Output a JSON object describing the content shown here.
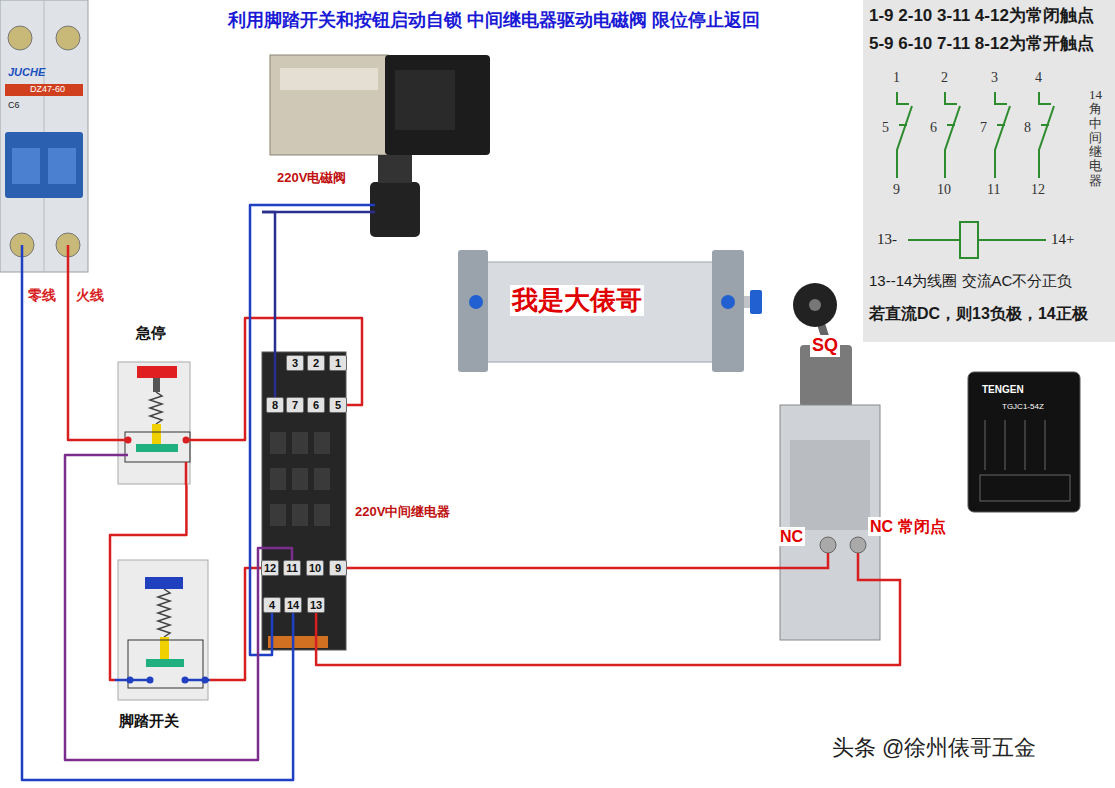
{
  "diagram": {
    "title": "利用脚踏开关和按钮启动自锁 中间继电器驱动电磁阀 限位停止返回",
    "nodes": [
      {
        "text": [
          "JUCHE",
          "DZ47-60",
          "C6"
        ]
      },
      {
        "text": [
          "220V电磁阀"
        ]
      },
      {
        "text": [
          "1-9 2-10 3-11 4-12为常闭触点",
          "5-9 6-10 7-11 8-12为常开触点",
          "1",
          "2",
          "3",
          "4",
          "5",
          "6",
          "7",
          "8",
          "9",
          "10",
          "11",
          "12",
          "14角中间继电器",
          "13-",
          "14+",
          "13--14为线圈 交流AC不分正负",
          "若直流DC，则13负极，14正极"
        ]
      },
      {
        "text": [
          "我是大俵哥"
        ]
      },
      {
        "text": [
          "急停"
        ]
      },
      {
        "text": [
          "220V中间继电器"
        ]
      },
      {
        "text": [
          "3"
        ],
        "in": 5
      },
      {
        "text": [
          "2"
        ],
        "in": 5
      },
      {
        "text": [
          "1"
        ],
        "in": 5
      },
      {
        "text": [
          "8"
        ],
        "in": 5
      },
      {
        "text": [
          "7"
        ],
        "in": 5
      },
      {
        "text": [
          "6"
        ],
        "in": 5
      },
      {
        "text": [
          "5"
        ],
        "in": 5
      },
      {
        "text": [
          "12"
        ],
        "in": 5
      },
      {
        "text": [
          "11"
        ],
        "in": 5
      },
      {
        "text": [
          "10"
        ],
        "in": 5
      },
      {
        "text": [
          "9"
        ],
        "in": 5
      },
      {
        "text": [
          "4"
        ],
        "in": 5
      },
      {
        "text": [
          "14"
        ],
        "in": 5
      },
      {
        "text": [
          "13"
        ],
        "in": 5
      },
      {
        "text": [
          "SQ",
          "NC",
          "NC 常闭点"
        ]
      },
      {
        "text": [
          "脚踏开关"
        ]
      },
      {
        "text": [
          "TENGEN",
          "TGJC1-54Z"
        ]
      }
    ],
    "edges": [
      {
        "from": 0,
        "to": 4,
        "arrow": "none"
      },
      {
        "from": 0,
        "to": 18,
        "arrow": "none"
      },
      {
        "from": 4,
        "to": 12,
        "arrow": "none"
      },
      {
        "from": 4,
        "to": 21,
        "arrow": "none"
      },
      {
        "from": 21,
        "to": 13,
        "arrow": "none"
      },
      {
        "from": 16,
        "to": 20,
        "arrow": "none"
      },
      {
        "from": 20,
        "to": 19,
        "arrow": "none"
      },
      {
        "from": 1,
        "to": 9,
        "arrow": "none"
      },
      {
        "from": 1,
        "to": 17,
        "arrow": "none"
      },
      {
        "from": 4,
        "to": 14,
        "arrow": "none"
      }
    ],
    "labels": [
      "零线",
      "火线",
      "头条 @徐州俵哥五金"
    ]
  }
}
